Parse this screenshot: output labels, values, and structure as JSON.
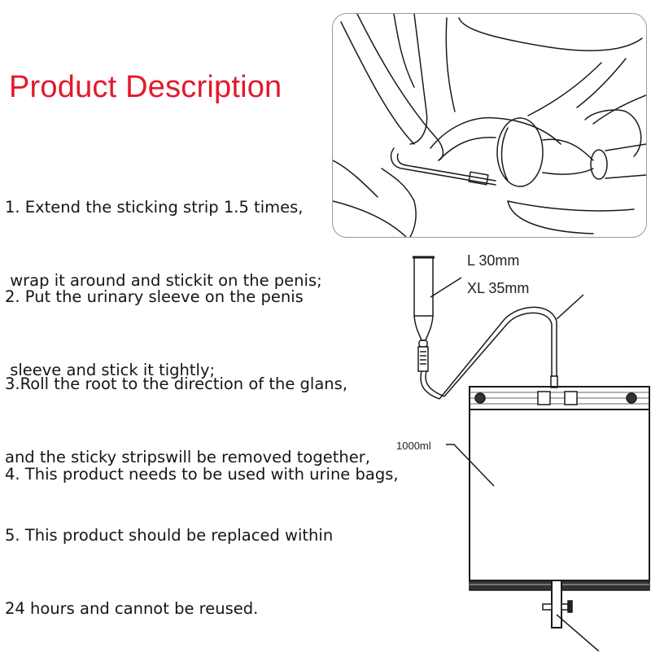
{
  "title": "Product Description",
  "colors": {
    "title": "#e3192b",
    "text": "#151515",
    "line_art": "#1a1a1a"
  },
  "steps": [
    {
      "number": "1",
      "line1": "1. Extend the sticking strip 1.5 times,",
      "line2": " wrap it around and stickit on the penis;"
    },
    {
      "number": "2",
      "line1": "2. Put the urinary sleeve on the penis",
      "line2": " sleeve and stick it tightly;"
    },
    {
      "number": "3",
      "line1": "3.Roll the root to the direction of the glans,",
      "line2": "and the sticky stripswill be removed together,"
    },
    {
      "number": "4",
      "line1": "4. This product needs to be used with urine bags,",
      "line2": ""
    },
    {
      "number": "5",
      "line1": "5. This product should be replaced within",
      "line2": "24 hours and cannot be reused."
    }
  ],
  "diagram": {
    "sizes": [
      "L 30mm",
      "XL 35mm"
    ],
    "bag_volume": "1000ml"
  },
  "images": {
    "application_illustration": "line-drawing of hands applying sleeve with sticking strip",
    "product_diagram": "urinary sleeve connected by tube to 1000ml urine bag with valve"
  }
}
